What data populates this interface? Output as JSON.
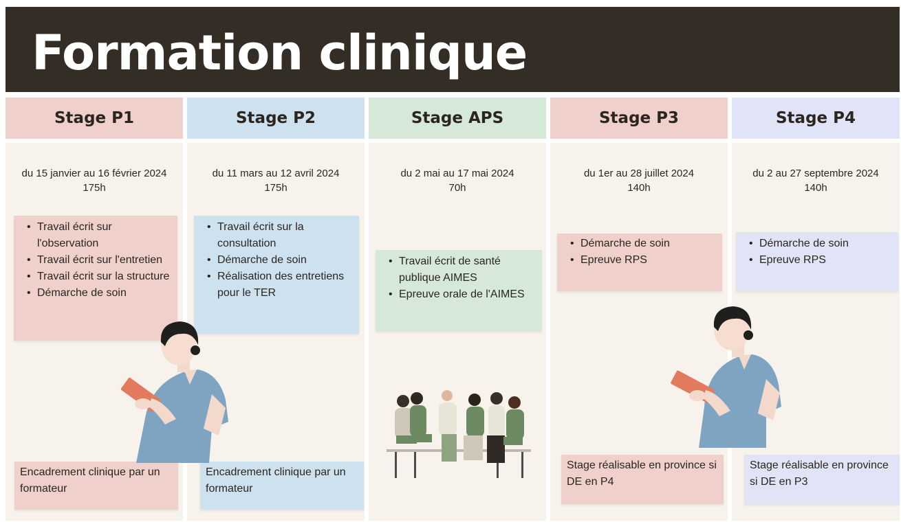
{
  "title": "Formation clinique",
  "colors": {
    "title_bg": "#332d25",
    "pink": "#efd0cb",
    "blue": "#cde1ef",
    "green": "#d6e8d8",
    "lavender": "#e1e3f6",
    "paper": "#f7f3ec"
  },
  "stages": [
    {
      "name": "Stage P1",
      "dates": "du 15 janvier au 16 février 2024",
      "hours": "175h",
      "items": [
        "Travail écrit sur l'observation",
        "Travail écrit sur l'entretien",
        "Travail écrit sur la structure",
        "Démarche de soin"
      ],
      "footer": "Encadrement clinique par un formateur"
    },
    {
      "name": "Stage P2",
      "dates": "du 11 mars au 12 avril 2024",
      "hours": "175h",
      "items": [
        "Travail écrit sur la consultation",
        "Démarche de soin",
        "Réalisation des entretiens pour le TER"
      ],
      "footer": "Encadrement clinique par un formateur"
    },
    {
      "name": "Stage APS",
      "dates": "du 2 mai au 17 mai 2024",
      "hours": "70h",
      "items": [
        "Travail écrit de santé publique AIMES",
        "Epreuve orale de l'AIMES"
      ]
    },
    {
      "name": "Stage P3",
      "dates": "du 1er au 28 juillet 2024",
      "hours": "140h",
      "items": [
        "Démarche de soin",
        "Epreuve RPS"
      ],
      "footer": "Stage réalisable en province si DE en P4"
    },
    {
      "name": "Stage P4",
      "dates": "du 2 au 27 septembre 2024",
      "hours": "140h",
      "items": [
        "Démarche de soin",
        "Epreuve RPS"
      ],
      "footer": "Stage réalisable en province si DE en P3"
    }
  ],
  "illustrations": [
    "nurse-tablet-illustration",
    "group-discussion-illustration",
    "nurse-tablet-illustration"
  ]
}
